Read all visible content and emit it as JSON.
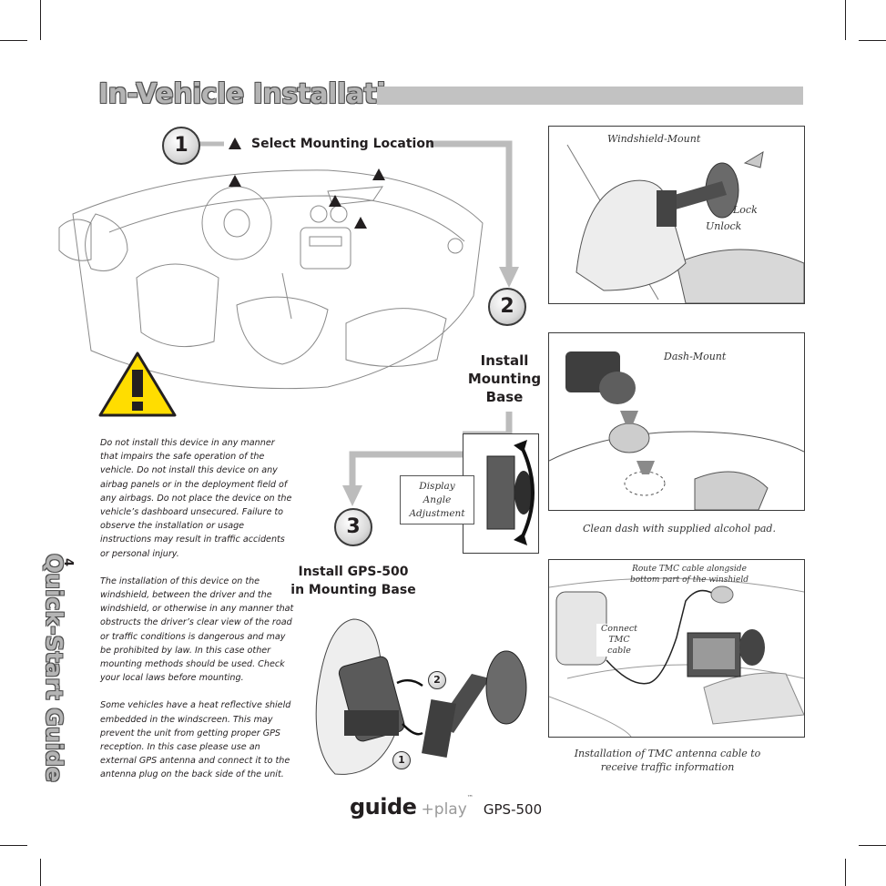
{
  "page": {
    "title": "In-Vehicle Installation",
    "side_title": "Quick-Start Guide",
    "page_number": "4"
  },
  "step1": {
    "number": "1",
    "label": "Select Mounting Location"
  },
  "step2": {
    "number": "2",
    "label_line1": "Install",
    "label_line2": "Mounting",
    "label_line3": "Base"
  },
  "step3": {
    "number": "3",
    "label_line1": "Install GPS-500",
    "label_line2": "in Mounting Base"
  },
  "warning": {
    "paragraphs": [
      "Do not install this device in any manner that impairs the safe operation of the vehicle. Do not install this device on any airbag panels or in the deployment field of any airbags. Do not place the device on the vehicle’s dashboard unsecured. Failure to observe the installation or usage instructions may result in traffic accidents or personal injury.",
      "The installation of this device on the windshield, between the driver and the windshield, or otherwise in any manner that obstructs the driver’s clear view of the road or traffic conditions is dangerous and may be prohibited by law. In this case other mounting methods should be used. Check your local laws before mounting.",
      "Some vehicles have a heat reflective shield embedded in the windscreen. This may prevent the unit from getting proper GPS reception. In this case please use an external GPS antenna and connect it to the antenna plug on the back side of the unit."
    ]
  },
  "windshield_panel": {
    "title": "Windshield-Mount",
    "lock": "Lock",
    "unlock": "Unlock"
  },
  "dash_panel": {
    "title": "Dash-Mount",
    "caption": "Clean dash with supplied alcohol pad."
  },
  "angle_callout": {
    "line1": "Display",
    "line2": "Angle",
    "line3": "Adjustment"
  },
  "tmc_panel": {
    "route_line1": "Route TMC cable alongside",
    "route_line2": "bottom part of the winshield",
    "connect_line1": "Connect",
    "connect_line2": "TMC",
    "connect_line3": "cable",
    "caption_line1": "Installation of TMC antenna cable to",
    "caption_line2": "receive traffic information"
  },
  "insert_steps": {
    "first": "1",
    "second": "2"
  },
  "footer": {
    "brand_guide": "guide",
    "brand_plus": "+",
    "brand_play": "play",
    "tm": "™",
    "model": "GPS-500"
  },
  "colors": {
    "title_fill": "#b4b4b4",
    "title_bar": "#c2c2c2",
    "flow_arrow": "#bcbcbc",
    "warning_yellow": "#ffdd00"
  },
  "icons": [
    "triangle-marker-icon",
    "warning-exclamation-icon",
    "flow-arrow-icon"
  ]
}
